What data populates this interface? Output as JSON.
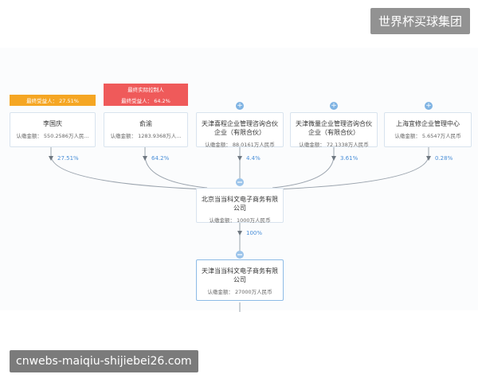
{
  "watermark_top": "世界杯买球集团",
  "watermark_bottom": "cnwebs-maiqiu-shijiebei26.com",
  "shareholders": [
    {
      "name": "李国庆",
      "capital": "认缴金额： 550.2586万人民...",
      "tags": [
        "最终受益人： 27.51%"
      ],
      "percent": "27.51%"
    },
    {
      "name": "俞渝",
      "capital": "认缴金额： 1283.9368万人...",
      "tags": [
        "最终实际控制人",
        "最终受益人： 64.2%"
      ],
      "percent": "64.2%"
    },
    {
      "name": "天津喜程企业管理咨询合伙企业（有限合伙）",
      "capital": "认缴金额： 88.0161万人民币",
      "tags": [],
      "percent": "4.4%"
    },
    {
      "name": "天津微量企业管理咨询合伙企业（有限合伙）",
      "capital": "认缴金额： 72.1338万人民币",
      "tags": [],
      "percent": "3.61%"
    },
    {
      "name": "上海宜修企业管理中心",
      "capital": "认缴金额： 5.6547万人民币",
      "tags": [],
      "percent": "0.28%"
    }
  ],
  "middle": {
    "name": "北京当当科文电子商务有限公司",
    "capital": "认缴金额： 1000万人民币",
    "percent": "100%"
  },
  "target": {
    "name": "天津当当科文电子商务有限公司",
    "capital": "认缴金额： 27000万人民币"
  }
}
